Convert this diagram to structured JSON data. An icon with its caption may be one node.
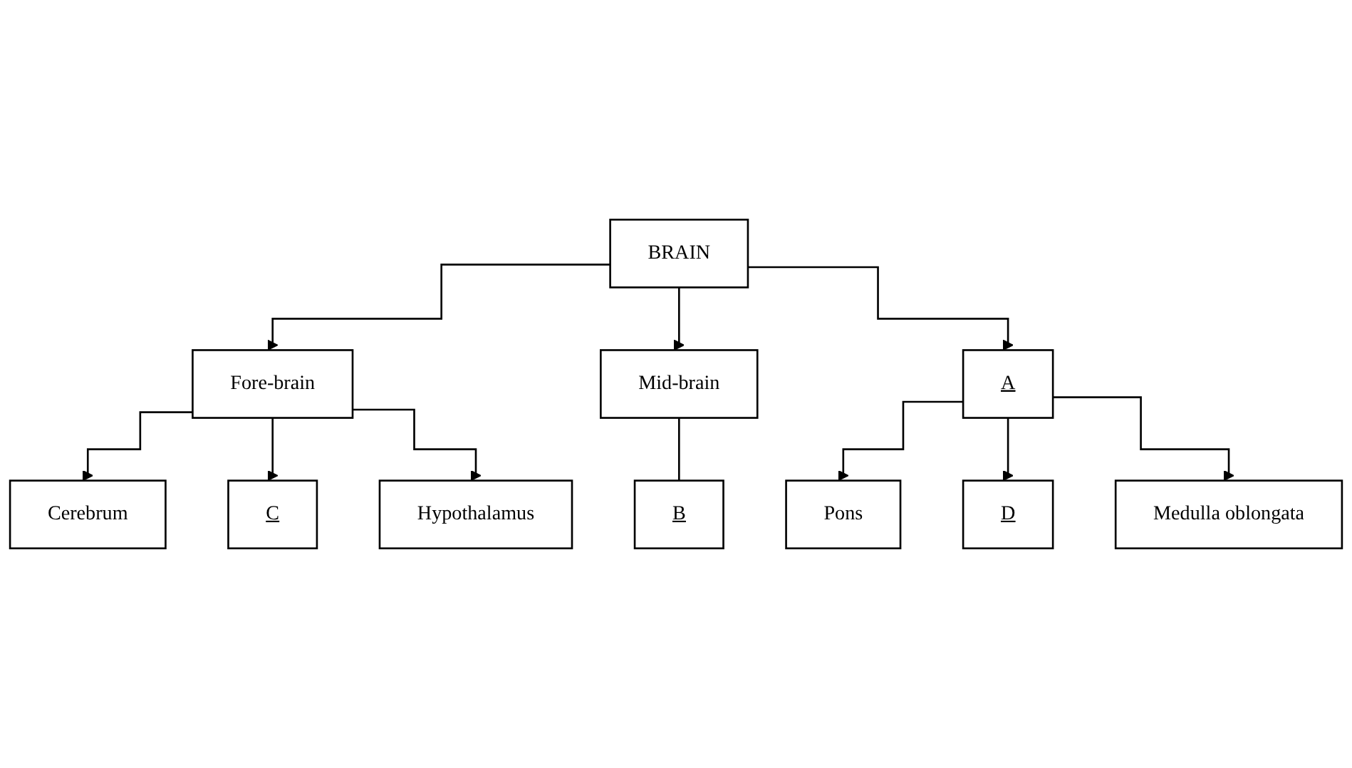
{
  "diagram": {
    "nodes": [
      {
        "text": [
          "BRAIN"
        ]
      },
      {
        "text": [
          "Fore-brain"
        ]
      },
      {
        "text": [
          "Mid-brain"
        ]
      },
      {
        "text": [
          "A"
        ]
      },
      {
        "text": [
          "Cerebrum"
        ]
      },
      {
        "text": [
          "B"
        ]
      },
      {
        "text": [
          "Pons"
        ]
      },
      {
        "text": [
          "C"
        ]
      },
      {
        "text": [
          "D"
        ]
      },
      {
        "text": [
          "Hypothalamus"
        ]
      },
      {
        "text": [
          "Medulla oblongata"
        ]
      }
    ],
    "edges": [
      {
        "from": 0,
        "to": 1,
        "arrow": "to"
      },
      {
        "from": 0,
        "to": 2,
        "arrow": "to"
      },
      {
        "from": 0,
        "to": 3,
        "arrow": "to"
      },
      {
        "from": 1,
        "to": 4,
        "arrow": "to"
      },
      {
        "from": 1,
        "to": 7,
        "arrow": "to"
      },
      {
        "from": 1,
        "to": 9,
        "arrow": "to"
      },
      {
        "from": 2,
        "to": 5,
        "arrow": "none"
      },
      {
        "from": 3,
        "to": 6,
        "arrow": "to"
      },
      {
        "from": 3,
        "to": 8,
        "arrow": "to"
      },
      {
        "from": 3,
        "to": 10,
        "arrow": "to"
      }
    ]
  }
}
